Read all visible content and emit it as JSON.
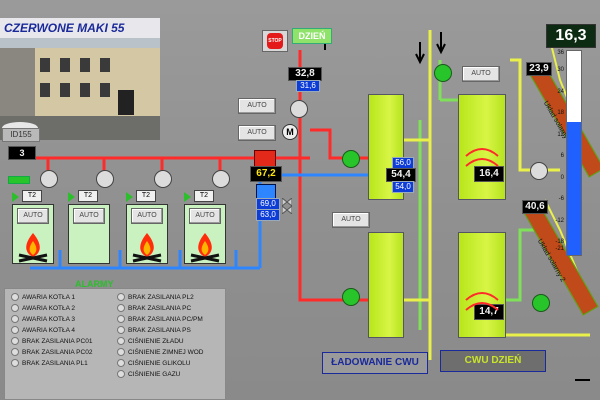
{
  "header": {
    "title": "CZERWONE MAKI 55"
  },
  "camera": {
    "id_label": "ID155"
  },
  "controls": {
    "stop_label": "STOP",
    "mode_label": "DZIEŃ",
    "auto_label": "AUTO"
  },
  "boilers": {
    "count_value": "3",
    "tags": [
      "T2",
      "T2",
      "T2",
      "T2"
    ]
  },
  "readings": {
    "supply_temp": "32,8",
    "supply_small": "31,6",
    "mixer_temp": "67,2",
    "return_a": "69,0",
    "return_b": "63,0",
    "tank1_small_top": "56,0",
    "tank1_main": "54,4",
    "tank1_small_bottom": "54,0",
    "tank2_main": "16,4",
    "tank3_main": "14,7",
    "solar1": "23,9",
    "solar2": "40,6",
    "outdoor_temp": "16,3"
  },
  "solar": {
    "panel1_label": "Układ solarny 1",
    "panel2_label": "Układ solarny 2"
  },
  "thermometer": {
    "ticks": [
      "36",
      "30",
      "24",
      "18",
      "12",
      "6",
      "0",
      "-6",
      "-12",
      "-18",
      "-21"
    ],
    "value": 16.3,
    "min": -21,
    "max": 36
  },
  "alarms": {
    "title": "ALARMY",
    "left_col": [
      "AWARIA KOTŁA 1",
      "AWARIA KOTŁA 2",
      "AWARIA KOTŁA 3",
      "AWARIA KOTŁA 4",
      "BRAK ZASILANIA PC01",
      "BRAK ZASILANIA PC02",
      "BRAK ZASILANIA PL1"
    ],
    "right_col": [
      "BRAK ZASILANIA PL2",
      "BRAK ZASILANIA PC",
      "BRAK ZASILANIA PC/PM",
      "BRAK ZASILANIA PS",
      "CIŚNIENIE ZŁADU",
      "CIŚNIENIE ZIMNEJ WOD",
      "CIŚNIENIE GLIKOLU",
      "CIŚNIENIE GAZU"
    ]
  },
  "bottom": {
    "ladowanie_label": "ŁADOWANIE CWU",
    "cwu_dzien_label": "CWU DZIEŃ"
  },
  "colors": {
    "hot_pipe": "#ff2a2a",
    "cold_pipe": "#2d86ff",
    "yellow_pipe": "#e9f04a",
    "green_pipe": "#7fe05a",
    "tank": "#c9ee2a",
    "outdoor_display_bg": "#0c2b12",
    "outdoor_display_fg": "#ffffff"
  }
}
